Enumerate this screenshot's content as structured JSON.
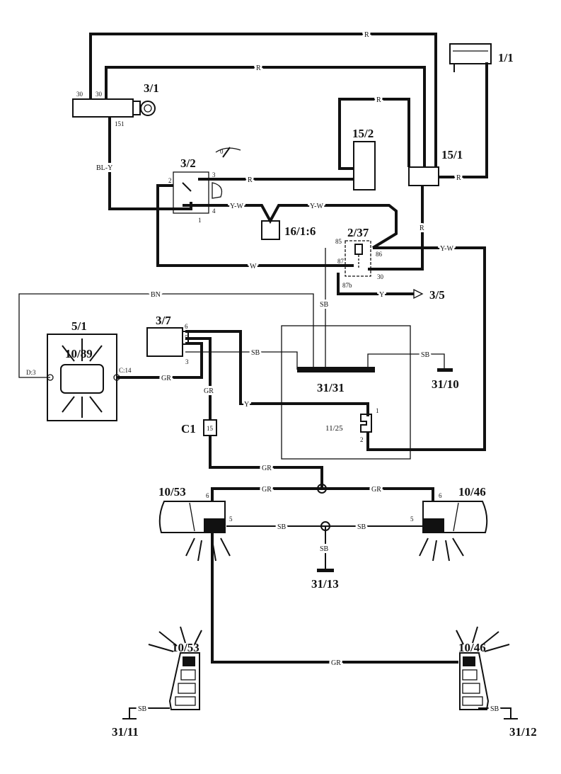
{
  "components": {
    "battery": "1/1",
    "ignition_switch": "3/1",
    "light_switch": "3/2",
    "fuse_15_2": "15/2",
    "fuse_15_1": "15/1",
    "connector_16": "16/1:6",
    "relay": "2/37",
    "to_3_5": "3/5",
    "instrument": "5/1",
    "indicator": "10/89",
    "fog_switch": "3/7",
    "ground_31_31": "31/31",
    "ground_31_10": "31/10",
    "component_11_25": "11/25",
    "connector_c1": "C1",
    "c1_pin": "15",
    "rear_left": "10/53",
    "rear_right": "10/46",
    "ground_31_13": "31/13",
    "ground_31_11": "31/11",
    "ground_31_12": "31/12"
  },
  "wire_colors": {
    "r": "R",
    "bl_y": "BL-Y",
    "y_w": "Y-W",
    "w": "W",
    "y": "Y",
    "bn": "BN",
    "sb": "SB",
    "gr": "GR"
  },
  "pins": {
    "p30a": "30",
    "p30b": "30",
    "p151": "151",
    "p1": "1",
    "p2": "2",
    "p3": "3",
    "p4": "4",
    "p85": "85",
    "p86": "86",
    "p87": "87",
    "p87b": "87b",
    "p30": "30",
    "d3": "D:3",
    "c14": "C:14",
    "p6": "6",
    "p5": "5",
    "p3b": "3",
    "q1": "1",
    "q2": "2",
    "l6": "6",
    "l5": "5",
    "r6": "6",
    "r5": "5",
    "gauge_0": "0"
  }
}
